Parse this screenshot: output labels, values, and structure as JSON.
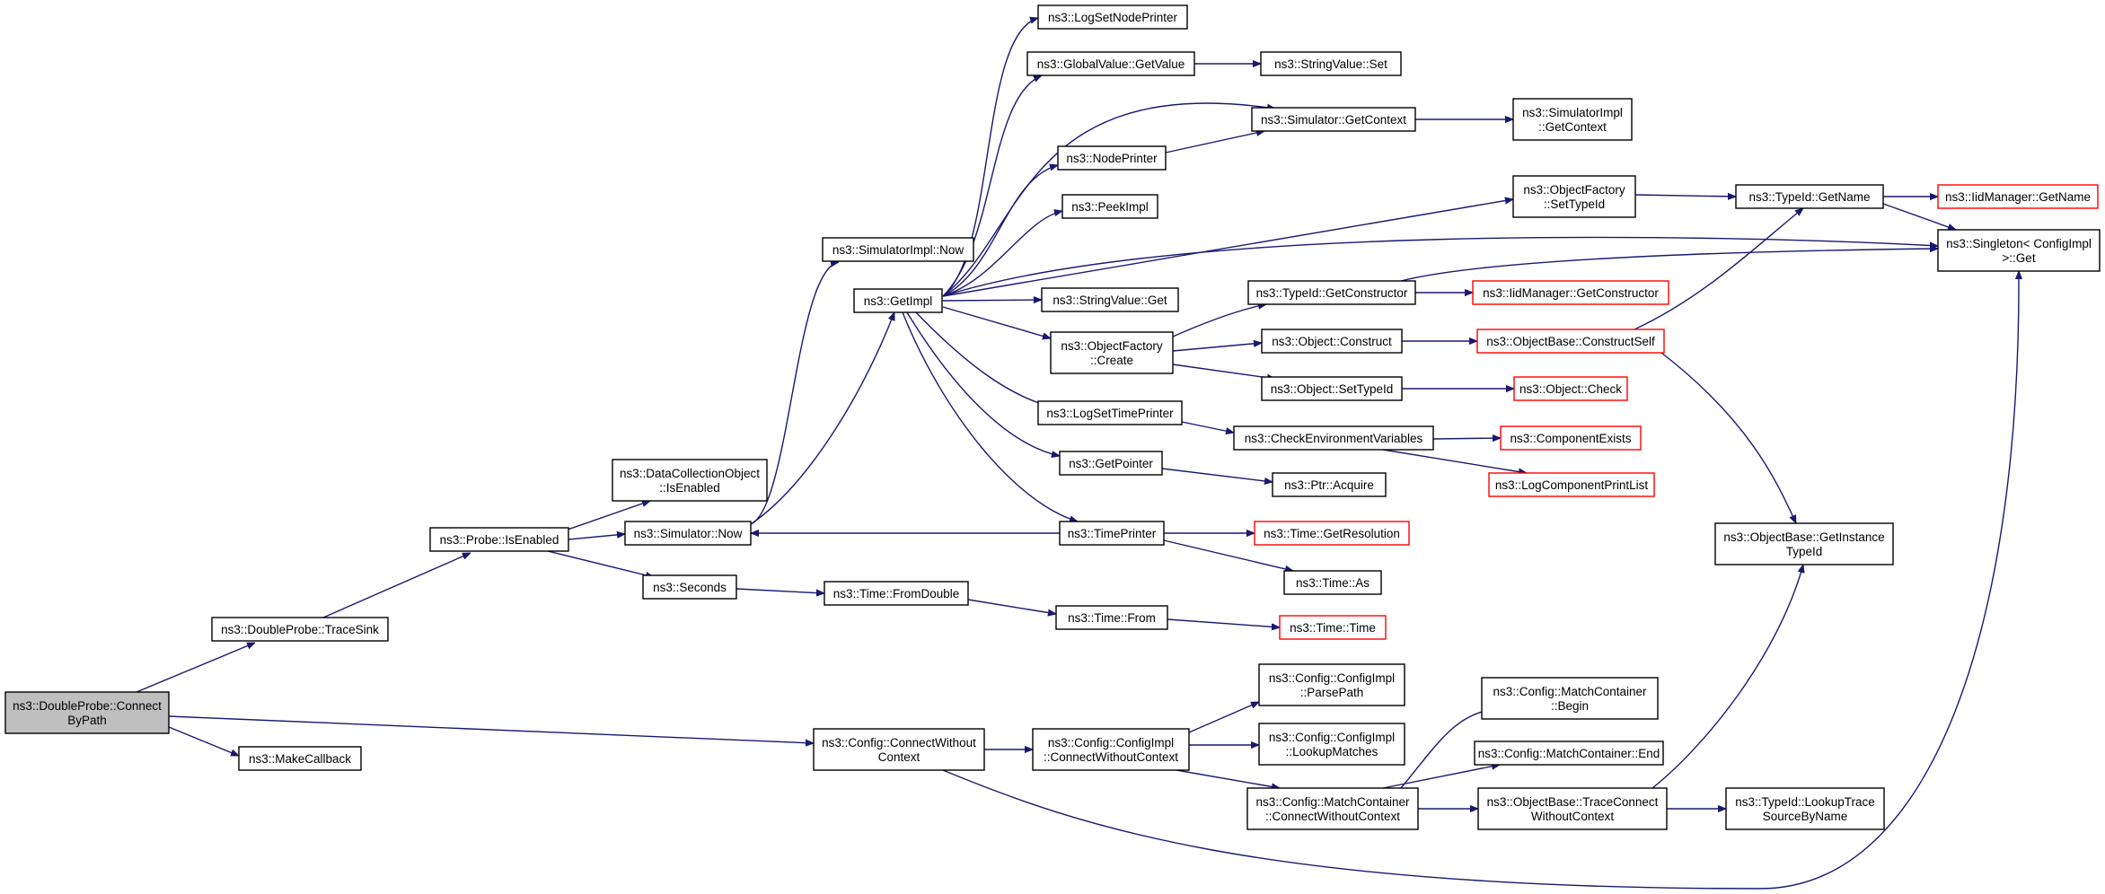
{
  "graph": {
    "edge_color": "#191970",
    "root_fill": "#bfbfbf",
    "link_border_red": "#ff0000",
    "nodes": [
      {
        "id": "root",
        "lines": [
          "ns3::DoubleProbe::Connect",
          "ByPath"
        ],
        "style": "root"
      },
      {
        "id": "traceSink",
        "lines": [
          "ns3::DoubleProbe::TraceSink"
        ],
        "style": "normal"
      },
      {
        "id": "makeCallback",
        "lines": [
          "ns3::MakeCallback"
        ],
        "style": "normal"
      },
      {
        "id": "probeIsEnabled",
        "lines": [
          "ns3::Probe::IsEnabled"
        ],
        "style": "normal"
      },
      {
        "id": "dcoIsEnabled",
        "lines": [
          "ns3::DataCollectionObject",
          "::IsEnabled"
        ],
        "style": "normal"
      },
      {
        "id": "simNow",
        "lines": [
          "ns3::Simulator::Now"
        ],
        "style": "normal"
      },
      {
        "id": "seconds",
        "lines": [
          "ns3::Seconds"
        ],
        "style": "normal"
      },
      {
        "id": "simImplNow",
        "lines": [
          "ns3::SimulatorImpl::Now"
        ],
        "style": "normal"
      },
      {
        "id": "getImpl",
        "lines": [
          "ns3::GetImpl"
        ],
        "style": "normal"
      },
      {
        "id": "timeFromDouble",
        "lines": [
          "ns3::Time::FromDouble"
        ],
        "style": "normal"
      },
      {
        "id": "logSetNodePrinter",
        "lines": [
          "ns3::LogSetNodePrinter"
        ],
        "style": "normal"
      },
      {
        "id": "globalValueGetValue",
        "lines": [
          "ns3::GlobalValue::GetValue"
        ],
        "style": "normal"
      },
      {
        "id": "nodePrinter",
        "lines": [
          "ns3::NodePrinter"
        ],
        "style": "normal"
      },
      {
        "id": "peekImpl",
        "lines": [
          "ns3::PeekImpl"
        ],
        "style": "normal"
      },
      {
        "id": "stringValueGet",
        "lines": [
          "ns3::StringValue::Get"
        ],
        "style": "normal"
      },
      {
        "id": "objectFactoryCreate",
        "lines": [
          "ns3::ObjectFactory",
          "::Create"
        ],
        "style": "normal"
      },
      {
        "id": "logSetTimePrinter",
        "lines": [
          "ns3::LogSetTimePrinter"
        ],
        "style": "normal"
      },
      {
        "id": "getPointer",
        "lines": [
          "ns3::GetPointer"
        ],
        "style": "normal"
      },
      {
        "id": "timePrinter",
        "lines": [
          "ns3::TimePrinter"
        ],
        "style": "normal"
      },
      {
        "id": "timeFrom",
        "lines": [
          "ns3::Time::From"
        ],
        "style": "normal"
      },
      {
        "id": "stringValueSet",
        "lines": [
          "ns3::StringValue::Set"
        ],
        "style": "normal"
      },
      {
        "id": "simGetContext",
        "lines": [
          "ns3::Simulator::GetContext"
        ],
        "style": "normal"
      },
      {
        "id": "simImplGetContext",
        "lines": [
          "ns3::SimulatorImpl",
          "::GetContext"
        ],
        "style": "normal"
      },
      {
        "id": "objectFactorySetTypeId",
        "lines": [
          "ns3::ObjectFactory",
          "::SetTypeId"
        ],
        "style": "normal"
      },
      {
        "id": "typeIdGetConstructor",
        "lines": [
          "ns3::TypeId::GetConstructor"
        ],
        "style": "normal"
      },
      {
        "id": "iidManagerGetConstructor",
        "lines": [
          "ns3::IidManager::GetConstructor"
        ],
        "style": "red"
      },
      {
        "id": "objectConstruct",
        "lines": [
          "ns3::Object::Construct"
        ],
        "style": "normal"
      },
      {
        "id": "objectBaseConstructSelf",
        "lines": [
          "ns3::ObjectBase::ConstructSelf"
        ],
        "style": "red"
      },
      {
        "id": "objectSetTypeId",
        "lines": [
          "ns3::Object::SetTypeId"
        ],
        "style": "normal"
      },
      {
        "id": "objectCheck",
        "lines": [
          "ns3::Object::Check"
        ],
        "style": "red"
      },
      {
        "id": "checkEnvVars",
        "lines": [
          "ns3::CheckEnvironmentVariables"
        ],
        "style": "normal"
      },
      {
        "id": "componentExists",
        "lines": [
          "ns3::ComponentExists"
        ],
        "style": "red"
      },
      {
        "id": "logComponentPrintList",
        "lines": [
          "ns3::LogComponentPrintList"
        ],
        "style": "red"
      },
      {
        "id": "ptrAcquire",
        "lines": [
          "ns3::Ptr::Acquire"
        ],
        "style": "normal"
      },
      {
        "id": "timeGetResolution",
        "lines": [
          "ns3::Time::GetResolution"
        ],
        "style": "red"
      },
      {
        "id": "timeAs",
        "lines": [
          "ns3::Time::As"
        ],
        "style": "normal"
      },
      {
        "id": "timeTime",
        "lines": [
          "ns3::Time::Time"
        ],
        "style": "red"
      },
      {
        "id": "typeIdGetName",
        "lines": [
          "ns3::TypeId::GetName"
        ],
        "style": "normal"
      },
      {
        "id": "iidManagerGetName",
        "lines": [
          "ns3::IidManager::GetName"
        ],
        "style": "red"
      },
      {
        "id": "singletonGet",
        "lines": [
          "ns3::Singleton< ConfigImpl",
          ">::Get"
        ],
        "style": "normal"
      },
      {
        "id": "objectBaseGetInstanceTypeId",
        "lines": [
          "ns3::ObjectBase::GetInstance",
          "TypeId"
        ],
        "style": "normal"
      },
      {
        "id": "configConnectWithoutContext",
        "lines": [
          "ns3::Config::ConnectWithout",
          "Context"
        ],
        "style": "normal"
      },
      {
        "id": "configImplConnectWithoutContext",
        "lines": [
          "ns3::Config::ConfigImpl",
          "::ConnectWithoutContext"
        ],
        "style": "normal"
      },
      {
        "id": "configImplParsePath",
        "lines": [
          "ns3::Config::ConfigImpl",
          "::ParsePath"
        ],
        "style": "normal"
      },
      {
        "id": "configImplLookupMatches",
        "lines": [
          "ns3::Config::ConfigImpl",
          "::LookupMatches"
        ],
        "style": "normal"
      },
      {
        "id": "matchContainerConnectWithoutContext",
        "lines": [
          "ns3::Config::MatchContainer",
          "::ConnectWithoutContext"
        ],
        "style": "normal"
      },
      {
        "id": "matchContainerBegin",
        "lines": [
          "ns3::Config::MatchContainer",
          "::Begin"
        ],
        "style": "normal"
      },
      {
        "id": "matchContainerEnd",
        "lines": [
          "ns3::Config::MatchContainer::End"
        ],
        "style": "normal"
      },
      {
        "id": "objectBaseTraceConnect",
        "lines": [
          "ns3::ObjectBase::TraceConnect",
          "WithoutContext"
        ],
        "style": "normal"
      },
      {
        "id": "typeIdLookupTraceSource",
        "lines": [
          "ns3::TypeId::LookupTrace",
          "SourceByName"
        ],
        "style": "normal"
      }
    ]
  }
}
